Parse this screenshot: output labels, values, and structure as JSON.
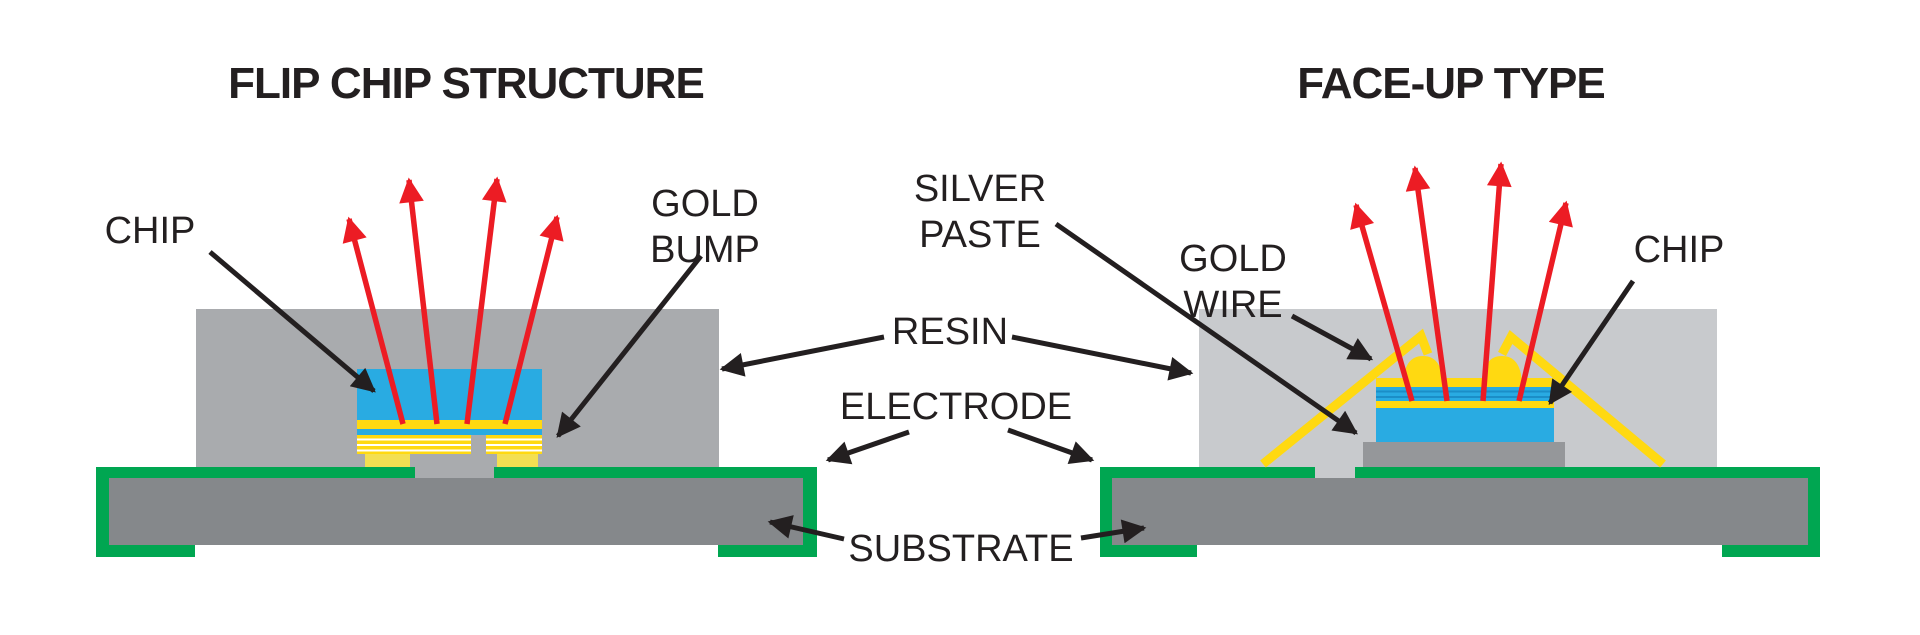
{
  "figure": {
    "left_title": "FLIP CHIP STRUCTURE",
    "right_title": "FACE-UP TYPE"
  },
  "labels": {
    "chip_left": "CHIP",
    "gold_bump": {
      "line1": "GOLD",
      "line2": "BUMP"
    },
    "silver_paste": {
      "line1": "SILVER",
      "line2": "PASTE"
    },
    "resin": "RESIN",
    "electrode": "ELECTRODE",
    "substrate": "SUBSTRATE",
    "gold_wire": {
      "line1": "GOLD",
      "line2": "WIRE"
    },
    "chip_right": "CHIP"
  },
  "colors": {
    "background": "#FFFFFF",
    "text": "#231F20",
    "line_black": "#231F20",
    "light_ray_red": "#EC1C24",
    "resin_left": "#A9ABAE",
    "resin_right": "#C8CACD",
    "substrate_gray": "#85888B",
    "die_pad_gray": "#95979A",
    "electrode_green": "#00A651",
    "gold_yellow": "#FFD911",
    "gold_pale_yellow": "#F3DF52",
    "chip_blue": "#29ABE2",
    "chip_blue_dark": "#1B8EC7"
  }
}
